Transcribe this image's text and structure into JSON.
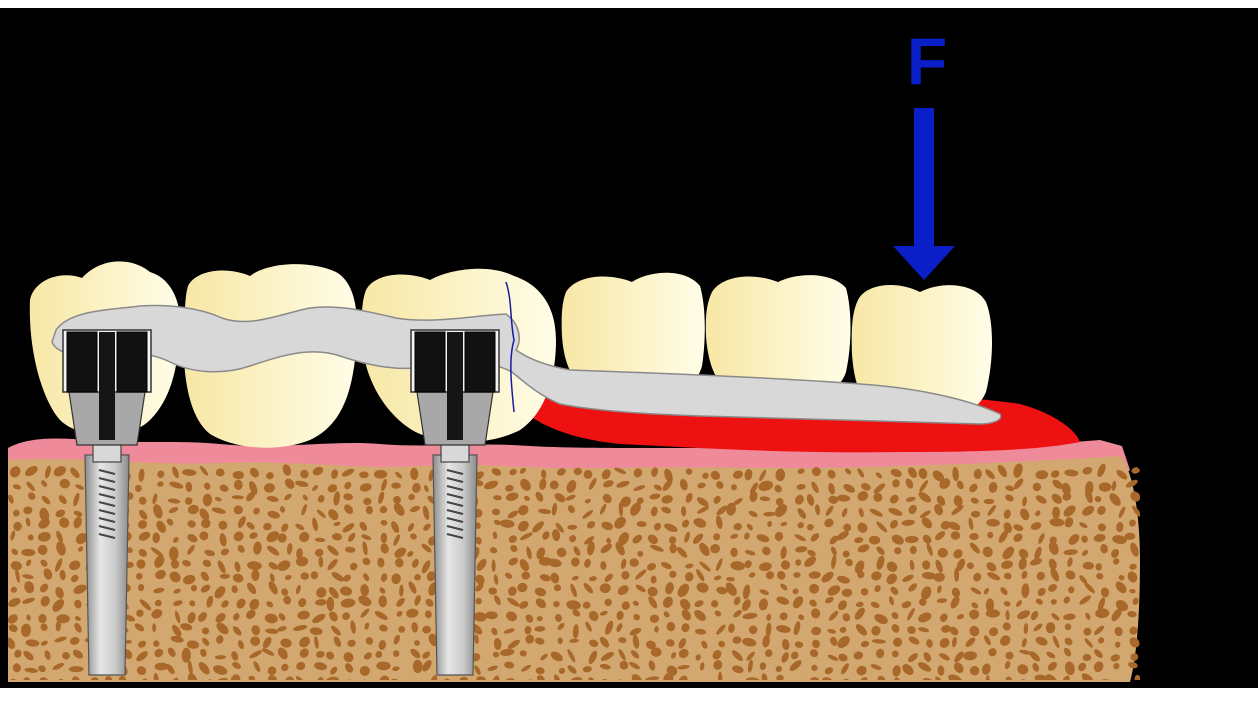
{
  "force": {
    "label": "F",
    "direction": "down",
    "color": "#0a1fc8"
  },
  "colors": {
    "background": "#000000",
    "frame": "#ffffff",
    "bone": "#d2a870",
    "bone_fleck": "#a8682a",
    "gingiva": "#ef8a9a",
    "inflamed_tissue": "#ee1111",
    "tooth": "#fbf1c2",
    "tooth_highlight": "#fffde8",
    "framework": "#d8d8d8",
    "implant": "#c4c4c4",
    "abutment_cap": "#111111"
  },
  "diagram": {
    "teeth_count": 6,
    "implant_count": 2,
    "implant_icon": "screw-implant-icon",
    "arrow_icon": "down-arrow-icon"
  }
}
